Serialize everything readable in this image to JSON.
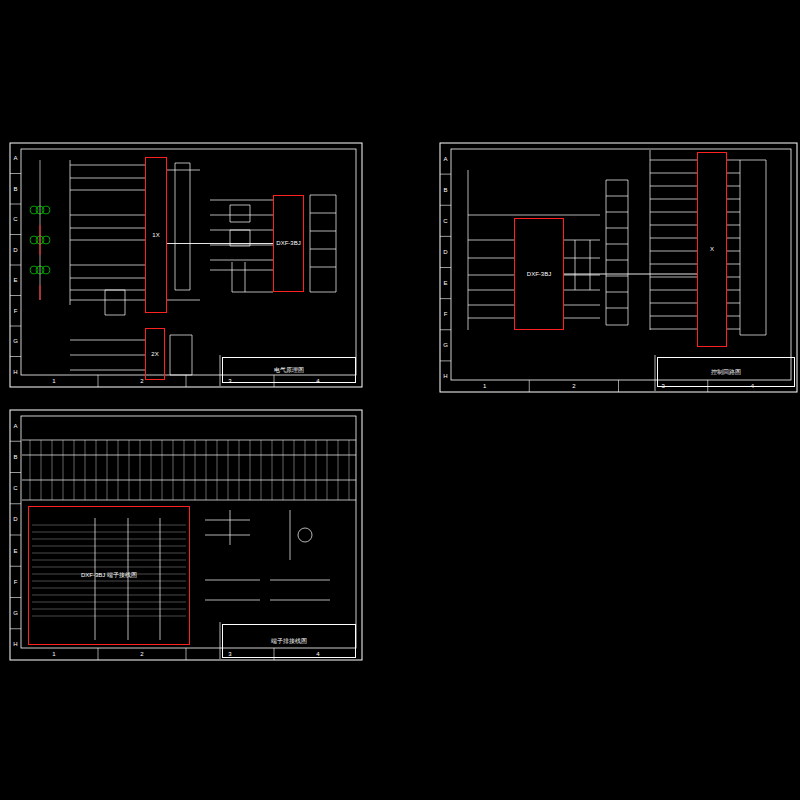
{
  "diagram": {
    "nodes": [
      {
        "text": [
          "1X"
        ]
      },
      {
        "text": [
          "DXF-3BJ"
        ]
      },
      {
        "text": [
          "2X"
        ]
      },
      {
        "text": [
          "电气原理图"
        ]
      },
      {
        "text": [
          "DXF-3BJ"
        ]
      },
      {
        "text": [
          "X"
        ]
      },
      {
        "text": [
          "控制回路图"
        ]
      },
      {
        "text": [
          "DXF-3BJ 端子接线图"
        ]
      },
      {
        "text": [
          "端子排接线图"
        ]
      }
    ],
    "edges": [
      {
        "from": 0,
        "to": 1,
        "arrow": "none"
      },
      {
        "from": 4,
        "to": 5,
        "arrow": "none"
      }
    ],
    "labels": [
      "A",
      "B",
      "C",
      "D",
      "E",
      "F",
      "G",
      "H",
      "1",
      "2",
      "3",
      "4",
      "A",
      "B",
      "C",
      "D",
      "E",
      "F",
      "G",
      "H",
      "1",
      "2",
      "3",
      "4",
      "A",
      "B",
      "C",
      "D",
      "E",
      "F",
      "G",
      "H",
      "1",
      "2",
      "3",
      "4"
    ]
  }
}
